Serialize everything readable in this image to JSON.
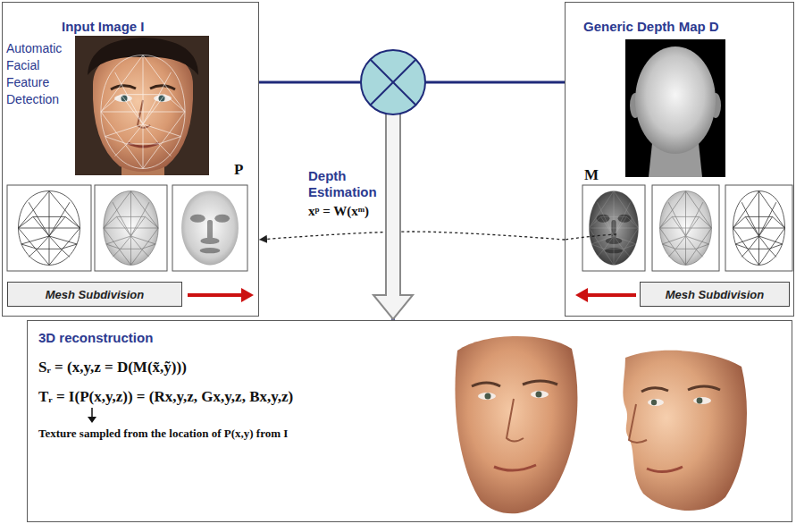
{
  "diagram": {
    "nodes": [
      {
        "text": [
          "Input Image I",
          "Automatic Facial Feature Detection"
        ]
      },
      {
        "text": [
          "Mesh Subdivision"
        ],
        "in": 0
      },
      {
        "text": [
          "Generic Depth Map D"
        ]
      },
      {
        "text": [
          "Mesh Subdivision"
        ],
        "in": 2
      },
      {
        "text": [
          "3D reconstruction",
          "Sᵣ = (x,y,z = D(M(x̃,ỹ)))",
          "Tᵣ = I(P(x,y,z)) = (Rx,y,z, Gx,y,z, Bx,y,z)",
          "Texture sampled from the location of P(x,y) from I"
        ]
      }
    ],
    "edges": [
      {
        "from": 0,
        "to": 4,
        "arrow": "to"
      },
      {
        "from": 2,
        "to": 4,
        "arrow": "to"
      },
      {
        "from": 2,
        "to": 0,
        "arrow": "to"
      }
    ],
    "labels": [
      "P",
      "M",
      "Depth Estimation",
      "xᵖ = W(xᵐ)"
    ]
  }
}
